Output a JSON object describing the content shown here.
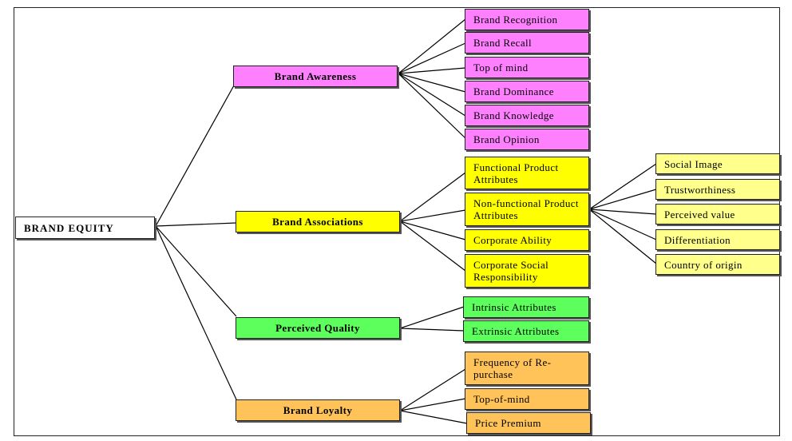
{
  "colors": {
    "awareness": "#ff80ff",
    "associations": "#ffff00",
    "quality": "#5cff5c",
    "loyalty": "#ffc35a",
    "association_sub": "#ffff8c",
    "root": "#ffffff"
  },
  "root": {
    "label": "BRAND EQUITY"
  },
  "dimensions": [
    {
      "label": "Brand Awareness",
      "items": [
        "Brand Recognition",
        "Brand Recall",
        "Top of mind",
        "Brand Dominance",
        "Brand Knowledge",
        "Brand Opinion"
      ]
    },
    {
      "label": "Brand Associations",
      "items": [
        "Functional Product Attributes",
        "Non-functional Product Attributes",
        "Corporate Ability",
        "Corporate Social Responsibility"
      ],
      "sub_items": [
        "Social Image",
        "Trustworthiness",
        "Perceived value",
        "Differentiation",
        "Country of origin"
      ]
    },
    {
      "label": "Perceived Quality",
      "items": [
        "Intrinsic Attributes",
        "Extrinsic Attributes"
      ]
    },
    {
      "label": "Brand Loyalty",
      "items": [
        "Frequency of Re-purchase",
        "Top-of-mind",
        "Price Premium"
      ]
    }
  ]
}
